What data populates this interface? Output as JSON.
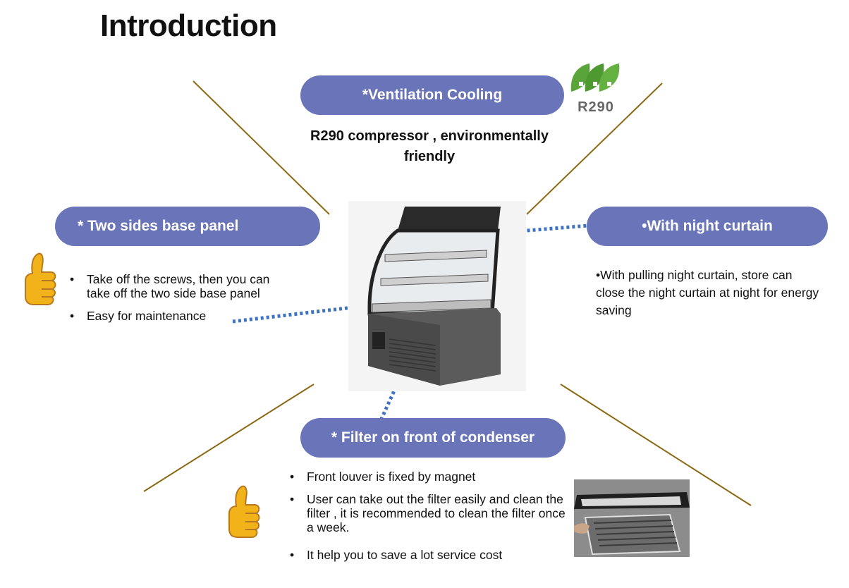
{
  "page_title": "Introduction",
  "sections": {
    "ventilation": {
      "heading": "*Ventilation Cooling",
      "description": "R290 compressor , environmentally friendly",
      "logo_text": "R290"
    },
    "base_panel": {
      "heading": "* Two sides base panel",
      "bullets": [
        "Take off the screws, then you can take off the two side base panel",
        "Easy for maintenance"
      ]
    },
    "night_curtain": {
      "heading": "•With night curtain",
      "description": "•With pulling night curtain, store can close the night curtain at night for energy saving"
    },
    "filter": {
      "heading": "* Filter on front of condenser",
      "bullets": [
        " Front louver is fixed by magnet",
        "User can take out the filter easily and clean the filter , it is recommended to clean the filter once a week.",
        "It help you to save a lot service cost"
      ]
    }
  },
  "colors": {
    "pill": "#6a75b9",
    "leader_line": "#8b6914",
    "dotted_line": "#3f73c0",
    "leaf_green": "#5aa53a"
  },
  "icons": [
    "thumbs-up-icon",
    "thumbs-up-icon",
    "r290-leaf-logo",
    "display-cabinet-image",
    "filter-photo"
  ]
}
